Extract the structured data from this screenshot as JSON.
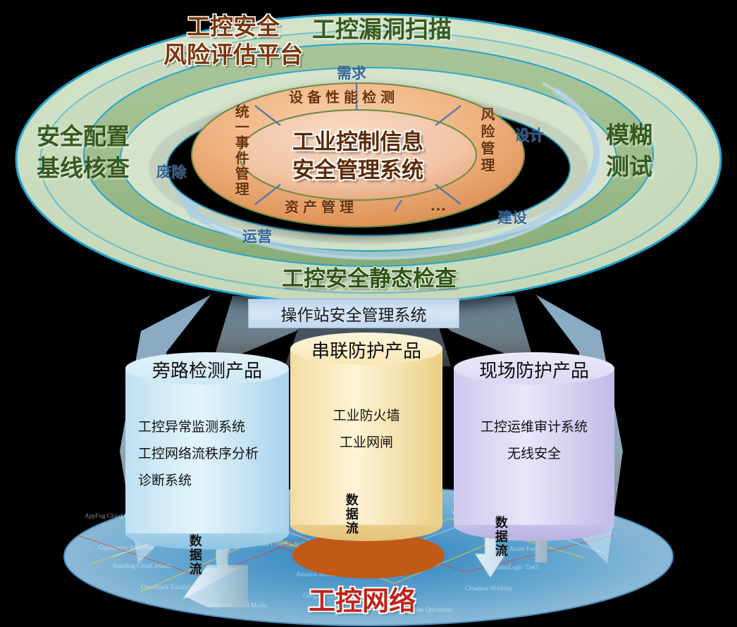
{
  "ring": {
    "platform_title": {
      "line1": "工控安全",
      "line2": "风险评估平台"
    },
    "capabilities": [
      {
        "label": "工控漏洞扫描"
      },
      {
        "line1": "安全配置",
        "line2": "基线核查"
      },
      {
        "line1": "模糊",
        "line2": "测试"
      },
      {
        "label": "工控安全静态检查"
      }
    ],
    "lifecycle": [
      "需求",
      "设计",
      "建设",
      "运营",
      "废除"
    ]
  },
  "core": {
    "title": {
      "line1": "工业控制信息",
      "line2": "安全管理系统"
    },
    "modules": [
      "设备性能检测",
      "统一事件管理",
      "资产管理",
      "风险管理",
      "…"
    ]
  },
  "banner": {
    "label": "操作站安全管理系统"
  },
  "products": [
    {
      "title": "旁路检测产品",
      "items": [
        "工控异常监测系统",
        "工控网络流秩序分析",
        "诊断系统"
      ]
    },
    {
      "title": "串联防护产品",
      "items": [
        "工业防火墙",
        "工业网闸"
      ]
    },
    {
      "title": "现场防护产品",
      "items": [
        "工控运维审计系统",
        "无线安全"
      ]
    }
  ],
  "flows": [
    "数据流",
    "数据流",
    "数据流"
  ],
  "network": {
    "title": "工控网络"
  },
  "colors": {
    "outer_ring": "#d2e2c7",
    "outer_ring_stroke": "#22a4cf",
    "middle_ring": "#9dbd8d",
    "management_ring": "#efb382",
    "core_ellipse": "#f2c3a4",
    "platform_title": "#7a3608",
    "capability_text": "#36591d",
    "lifecycle_text": "#2b5c93",
    "module_text": "#6b3108",
    "network_title": "#c0241b",
    "cylinder_bypass": "#bfe0f2",
    "cylinder_inline": "#f3dca2",
    "cylinder_field": "#cfc9ef",
    "network_plate": "#6aaed8",
    "network_hole": "#c05a13"
  }
}
